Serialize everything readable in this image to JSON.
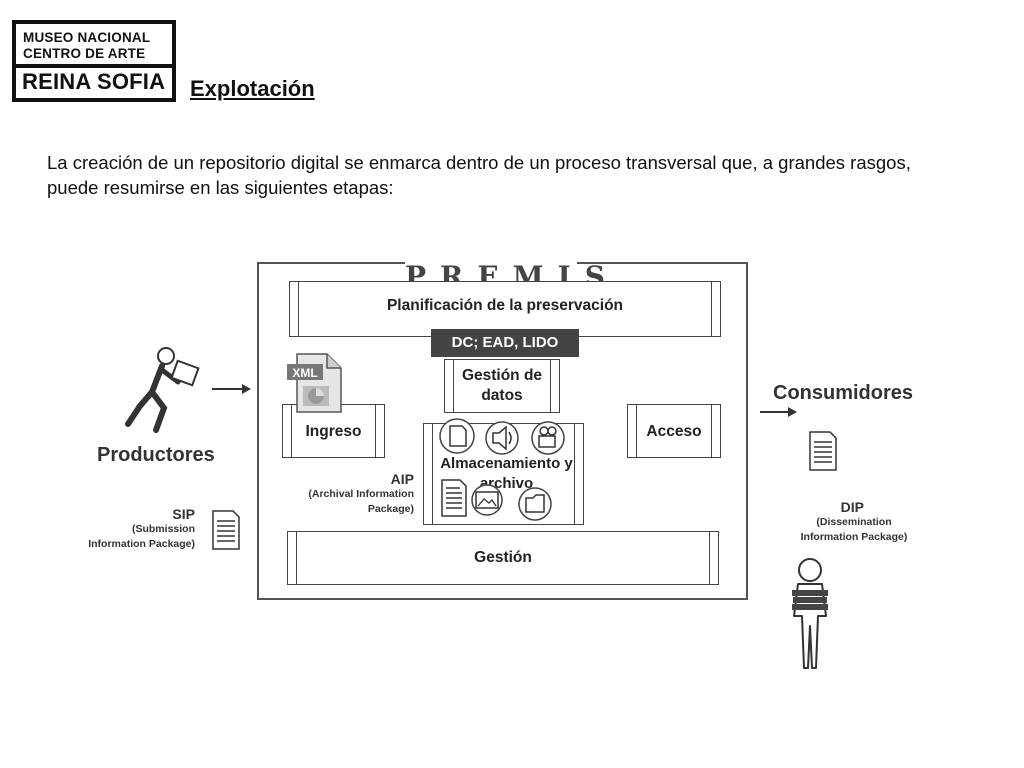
{
  "logo": {
    "line1": "MUSEO NACIONAL",
    "line2": "CENTRO DE ARTE",
    "line3": "REINA SOFIA"
  },
  "title": "Explotación",
  "intro": "La creación de un repositorio digital se enmarca dentro de un proceso transversal que, a grandes rasgos, puede resumirse en las siguientes etapas:",
  "diagram": {
    "premis": "PREMIS",
    "planning": "Planificación de la preservación",
    "standards": "DC; EAD, LIDO",
    "data_management": "Gestión de datos",
    "xml_icon_label": "XML",
    "ingest": "Ingreso",
    "storage": "Almacenamiento y archivo",
    "access": "Acceso",
    "management": "Gestión",
    "producers": "Productores",
    "consumers": "Consumidores",
    "sip": {
      "title": "SIP",
      "desc": "(Submission Information Package)"
    },
    "aip": {
      "title": "AIP",
      "desc": "(Archival Information Package)"
    },
    "dip": {
      "title": "DIP",
      "desc": "(Dissemination Information Package)"
    }
  }
}
